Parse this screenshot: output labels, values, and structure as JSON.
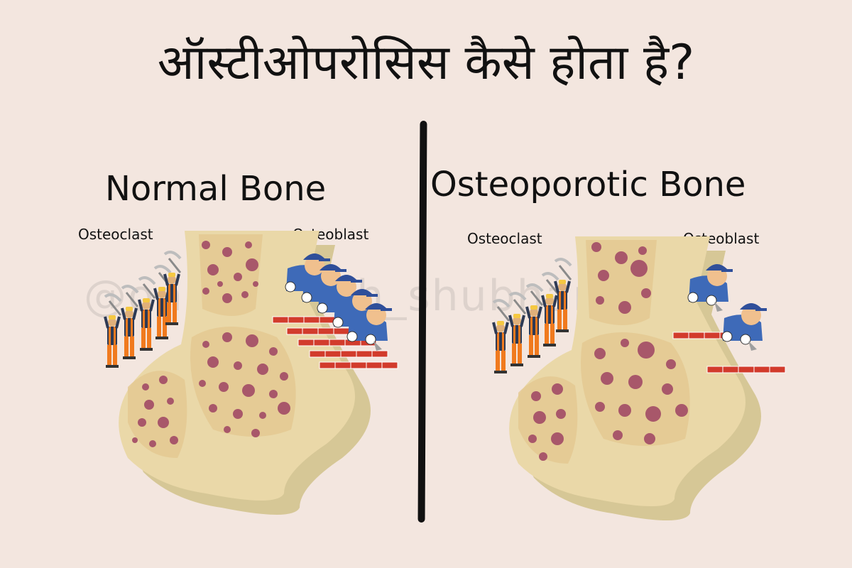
{
  "title": "ऑस्टीओपरोसिस कैसे होता है?",
  "panels": {
    "left": {
      "heading": "Normal Bone",
      "osteoclast_label": "Osteoclast",
      "osteoblast_label": "Osteoblast"
    },
    "right": {
      "heading": "Osteoporotic Bone",
      "osteoclast_label": "Osteoclast",
      "osteoblast_label": "Osteoblast"
    }
  },
  "watermark": "@online_with_shubhanshu",
  "colors": {
    "background": "#f3e6df",
    "bone_fill": "#ead8a8",
    "bone_shadow": "#d6c796",
    "bone_pore": "#a8576a",
    "worker_vest": "#2e3a54",
    "worker_pants": "#f07a1e",
    "builder_shirt": "#3e6ab8",
    "brick": "#d23b2c"
  },
  "counts": {
    "left_osteoclasts": 5,
    "left_osteoblasts": 5,
    "right_osteoclasts": 5,
    "right_osteoblasts": 2
  }
}
